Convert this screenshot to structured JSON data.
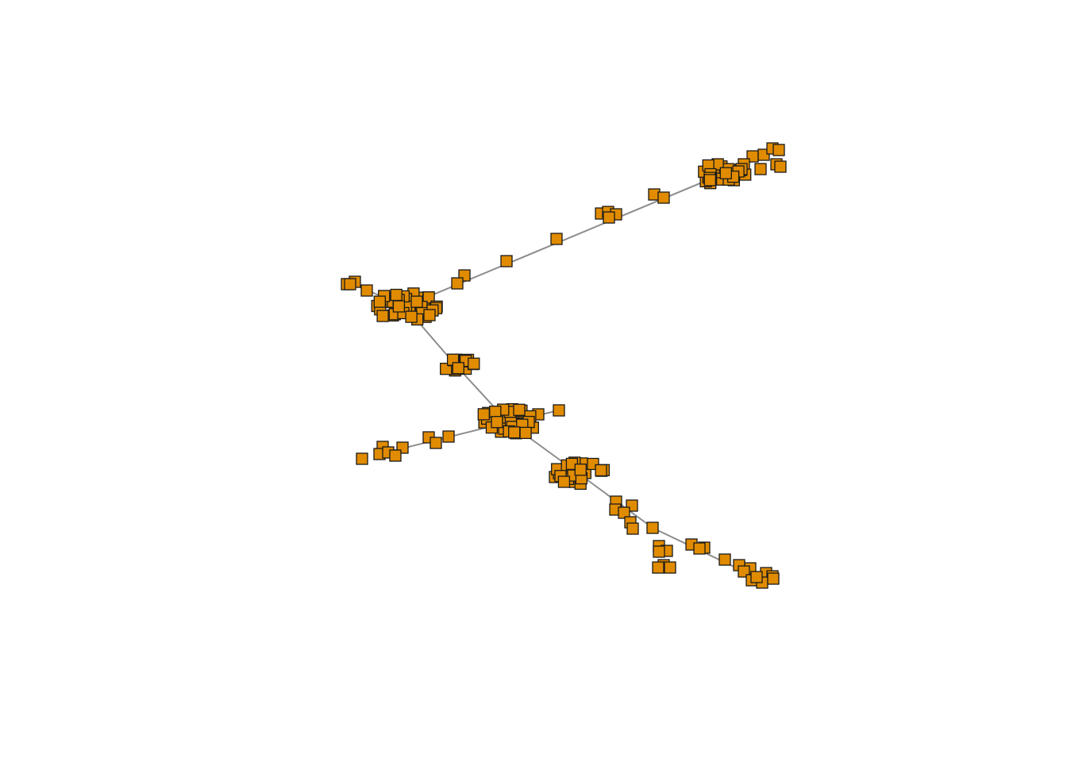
{
  "diagram": {
    "type": "network-graph",
    "node_shape": "square",
    "colors": {
      "node_fill": "#e08b00",
      "node_border": "#1a1a1a",
      "edge": "#8c8c8c",
      "background": "#ffffff"
    },
    "hubs": [
      {
        "id": "hub-northeast",
        "label": "",
        "node_count": 30
      },
      {
        "id": "hub-west",
        "label": "",
        "node_count": 40
      },
      {
        "id": "hub-mid",
        "label": "",
        "node_count": 14
      },
      {
        "id": "hub-center",
        "label": "",
        "node_count": 36
      },
      {
        "id": "hub-southeast",
        "label": "",
        "node_count": 26
      }
    ]
  }
}
